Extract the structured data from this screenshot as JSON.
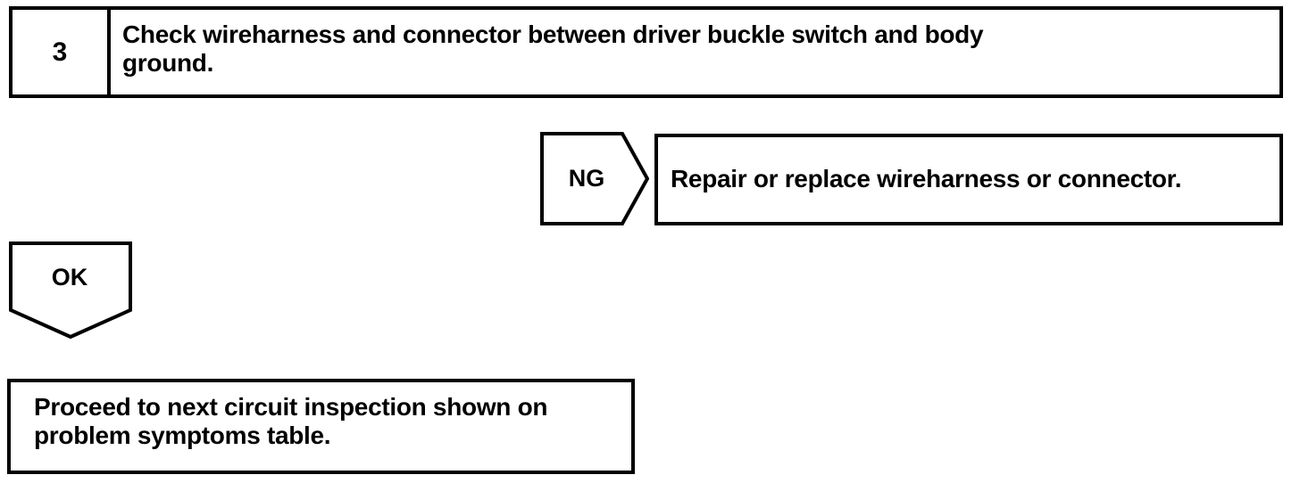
{
  "diagram": {
    "type": "troubleshooting-flowchart",
    "colors": {
      "stroke": "#000000",
      "background": "#ffffff",
      "text": "#000000"
    },
    "step": {
      "number": "3",
      "instruction": "Check wireharness and connector between driver buckle switch and body\nground."
    },
    "branch_ng": {
      "label": "NG",
      "result": "Repair or replace wireharness or connector."
    },
    "branch_ok": {
      "label": "OK",
      "result": "Proceed to next circuit inspection shown on\nproblem symptoms table."
    }
  }
}
